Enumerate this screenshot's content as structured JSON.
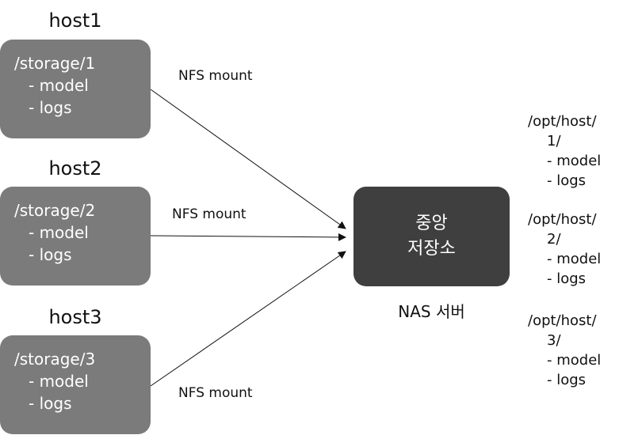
{
  "hosts": [
    {
      "title": "host1",
      "path": "/storage/1",
      "items": [
        "- model",
        "- logs"
      ]
    },
    {
      "title": "host2",
      "path": "/storage/2",
      "items": [
        "- model",
        "- logs"
      ]
    },
    {
      "title": "host3",
      "path": "/storage/3",
      "items": [
        "- model",
        "- logs"
      ]
    }
  ],
  "connections": [
    "NFS mount",
    "NFS mount",
    "NFS mount"
  ],
  "central": {
    "line1": "중앙",
    "line2": "저장소",
    "caption": "NAS 서버"
  },
  "mounts": [
    {
      "line1": "/opt/host/",
      "line2": "1/",
      "items": [
        "- model",
        "- logs"
      ]
    },
    {
      "line1": "/opt/host/",
      "line2": "2/",
      "items": [
        "- model",
        "- logs"
      ]
    },
    {
      "line1": "/opt/host/",
      "line2": "3/",
      "items": [
        "- model",
        "- logs"
      ]
    }
  ],
  "colors": {
    "host_box": "#7b7b7b",
    "central_box": "#3f3f3f",
    "arrow": "#111111"
  }
}
